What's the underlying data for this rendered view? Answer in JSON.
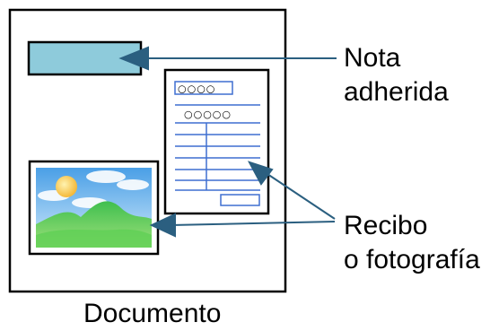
{
  "labels": {
    "sticky_note_line1": "Nota",
    "sticky_note_line2": "adherida",
    "receipt_line1": "Recibo",
    "receipt_line2": "o fotografía",
    "document": "Documento"
  },
  "receipt": {
    "header_marks": "○○○○",
    "subheader_marks": "○○○○○"
  },
  "colors": {
    "sticky_note_fill": "#8ecbdb",
    "arrow": "#2b5f80",
    "receipt_lines": "#3f6fd1",
    "outline": "#000000"
  }
}
